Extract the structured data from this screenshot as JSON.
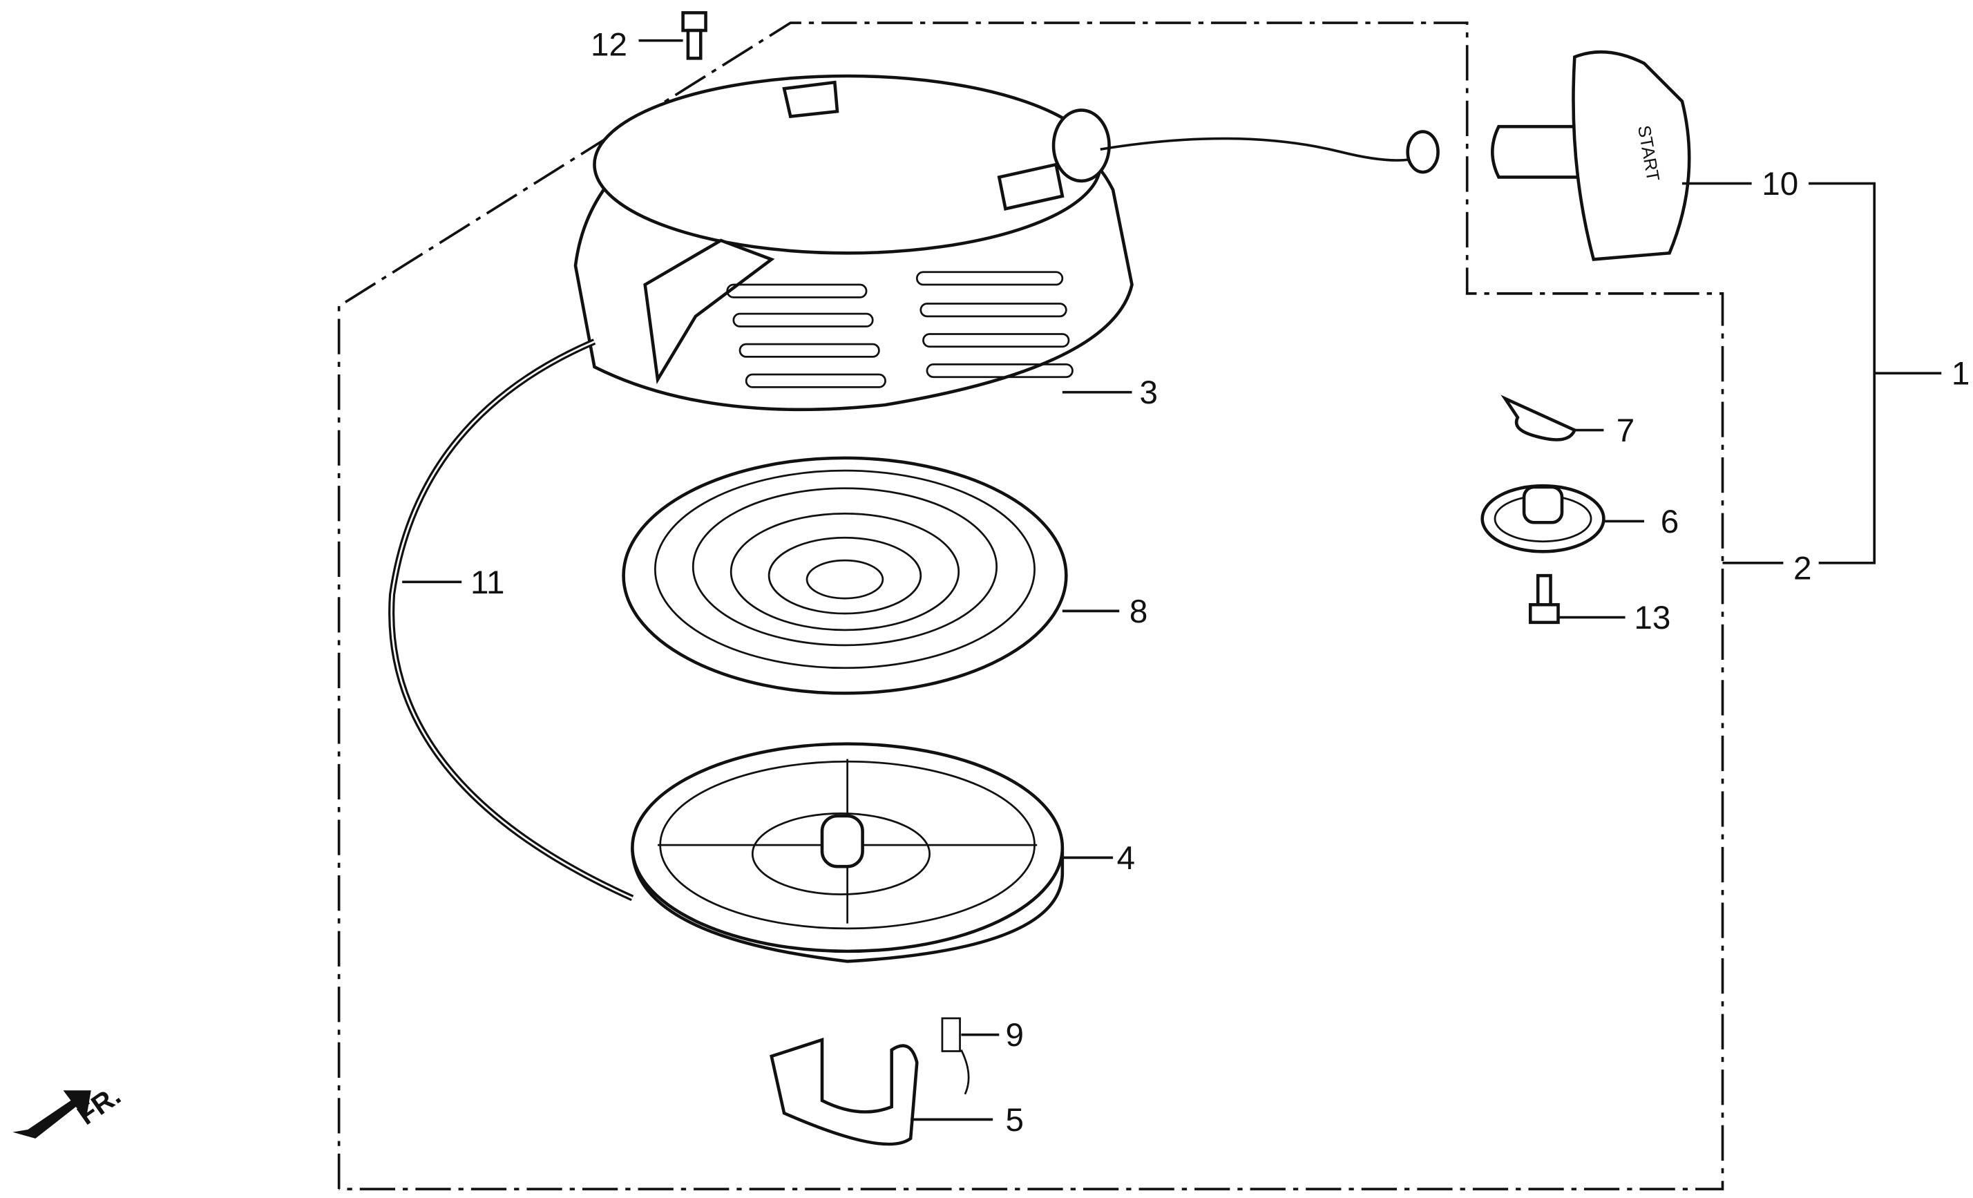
{
  "diagram": {
    "type": "exploded-parts-diagram",
    "direction_marker": "FR.",
    "handle_text": "START",
    "callouts": [
      {
        "id": "12",
        "part": "bolt"
      },
      {
        "id": "10",
        "part": "starter-grip"
      },
      {
        "id": "1",
        "part": "recoil-starter-assembly"
      },
      {
        "id": "3",
        "part": "starter-case"
      },
      {
        "id": "7",
        "part": "cotter-pin"
      },
      {
        "id": "6",
        "part": "friction-plate"
      },
      {
        "id": "2",
        "part": "starter-subassembly"
      },
      {
        "id": "13",
        "part": "screw"
      },
      {
        "id": "11",
        "part": "starter-rope"
      },
      {
        "id": "8",
        "part": "recoil-spring"
      },
      {
        "id": "4",
        "part": "starter-reel"
      },
      {
        "id": "9",
        "part": "ratchet-spring"
      },
      {
        "id": "5",
        "part": "ratchet"
      }
    ]
  }
}
